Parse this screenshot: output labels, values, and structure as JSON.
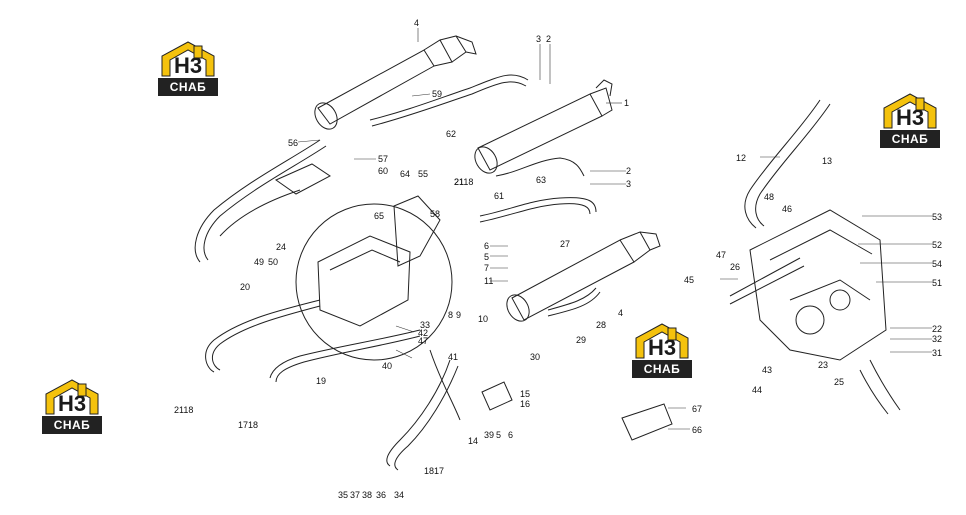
{
  "logo": {
    "mark": "H3",
    "word": "СНАБ"
  },
  "labels": [
    "4",
    "3",
    "2",
    "1",
    "59",
    "62",
    "56",
    "57",
    "60",
    "64",
    "55",
    "2118",
    "61",
    "63",
    "2",
    "3",
    "65",
    "58",
    "21",
    "24",
    "6",
    "5",
    "7",
    "11",
    "27",
    "49",
    "50",
    "20",
    "8",
    "9",
    "10",
    "33",
    "42",
    "47",
    "41",
    "40",
    "28",
    "29",
    "4",
    "30",
    "19",
    "2118",
    "1718",
    "15",
    "16",
    "39",
    "5",
    "6",
    "14",
    "1817",
    "35",
    "37",
    "38",
    "36",
    "34",
    "12",
    "13",
    "48",
    "46",
    "53",
    "47",
    "52",
    "26",
    "54",
    "45",
    "51",
    "22",
    "32",
    "31",
    "43",
    "23",
    "25",
    "44",
    "67",
    "66"
  ]
}
